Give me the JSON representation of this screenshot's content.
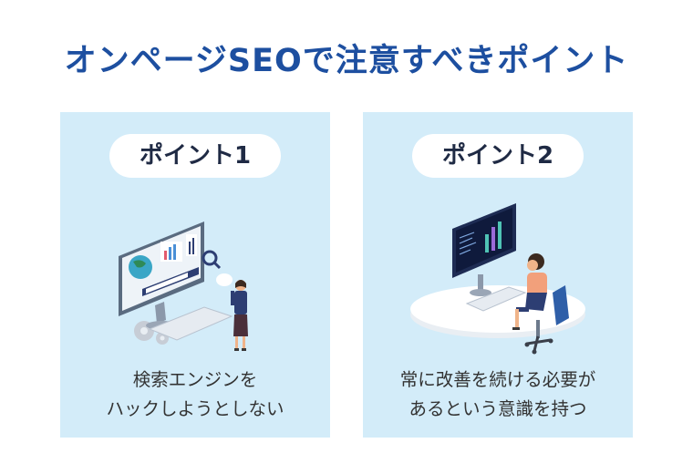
{
  "title": "オンページSEOで注意すべきポイント",
  "cards": [
    {
      "label": "ポイント1",
      "line1": "検索エンジンを",
      "line2": "ハックしようとしない",
      "illustration_icon": "search-engine-person-icon"
    },
    {
      "label": "ポイント2",
      "line1": "常に改善を続ける必要が",
      "line2": "あるという意識を持つ",
      "illustration_icon": "person-at-computer-icon"
    }
  ],
  "colors": {
    "title": "#1d4fa0",
    "card_bg": "#d3ecf9",
    "pill_bg": "#ffffff",
    "text": "#333333"
  }
}
